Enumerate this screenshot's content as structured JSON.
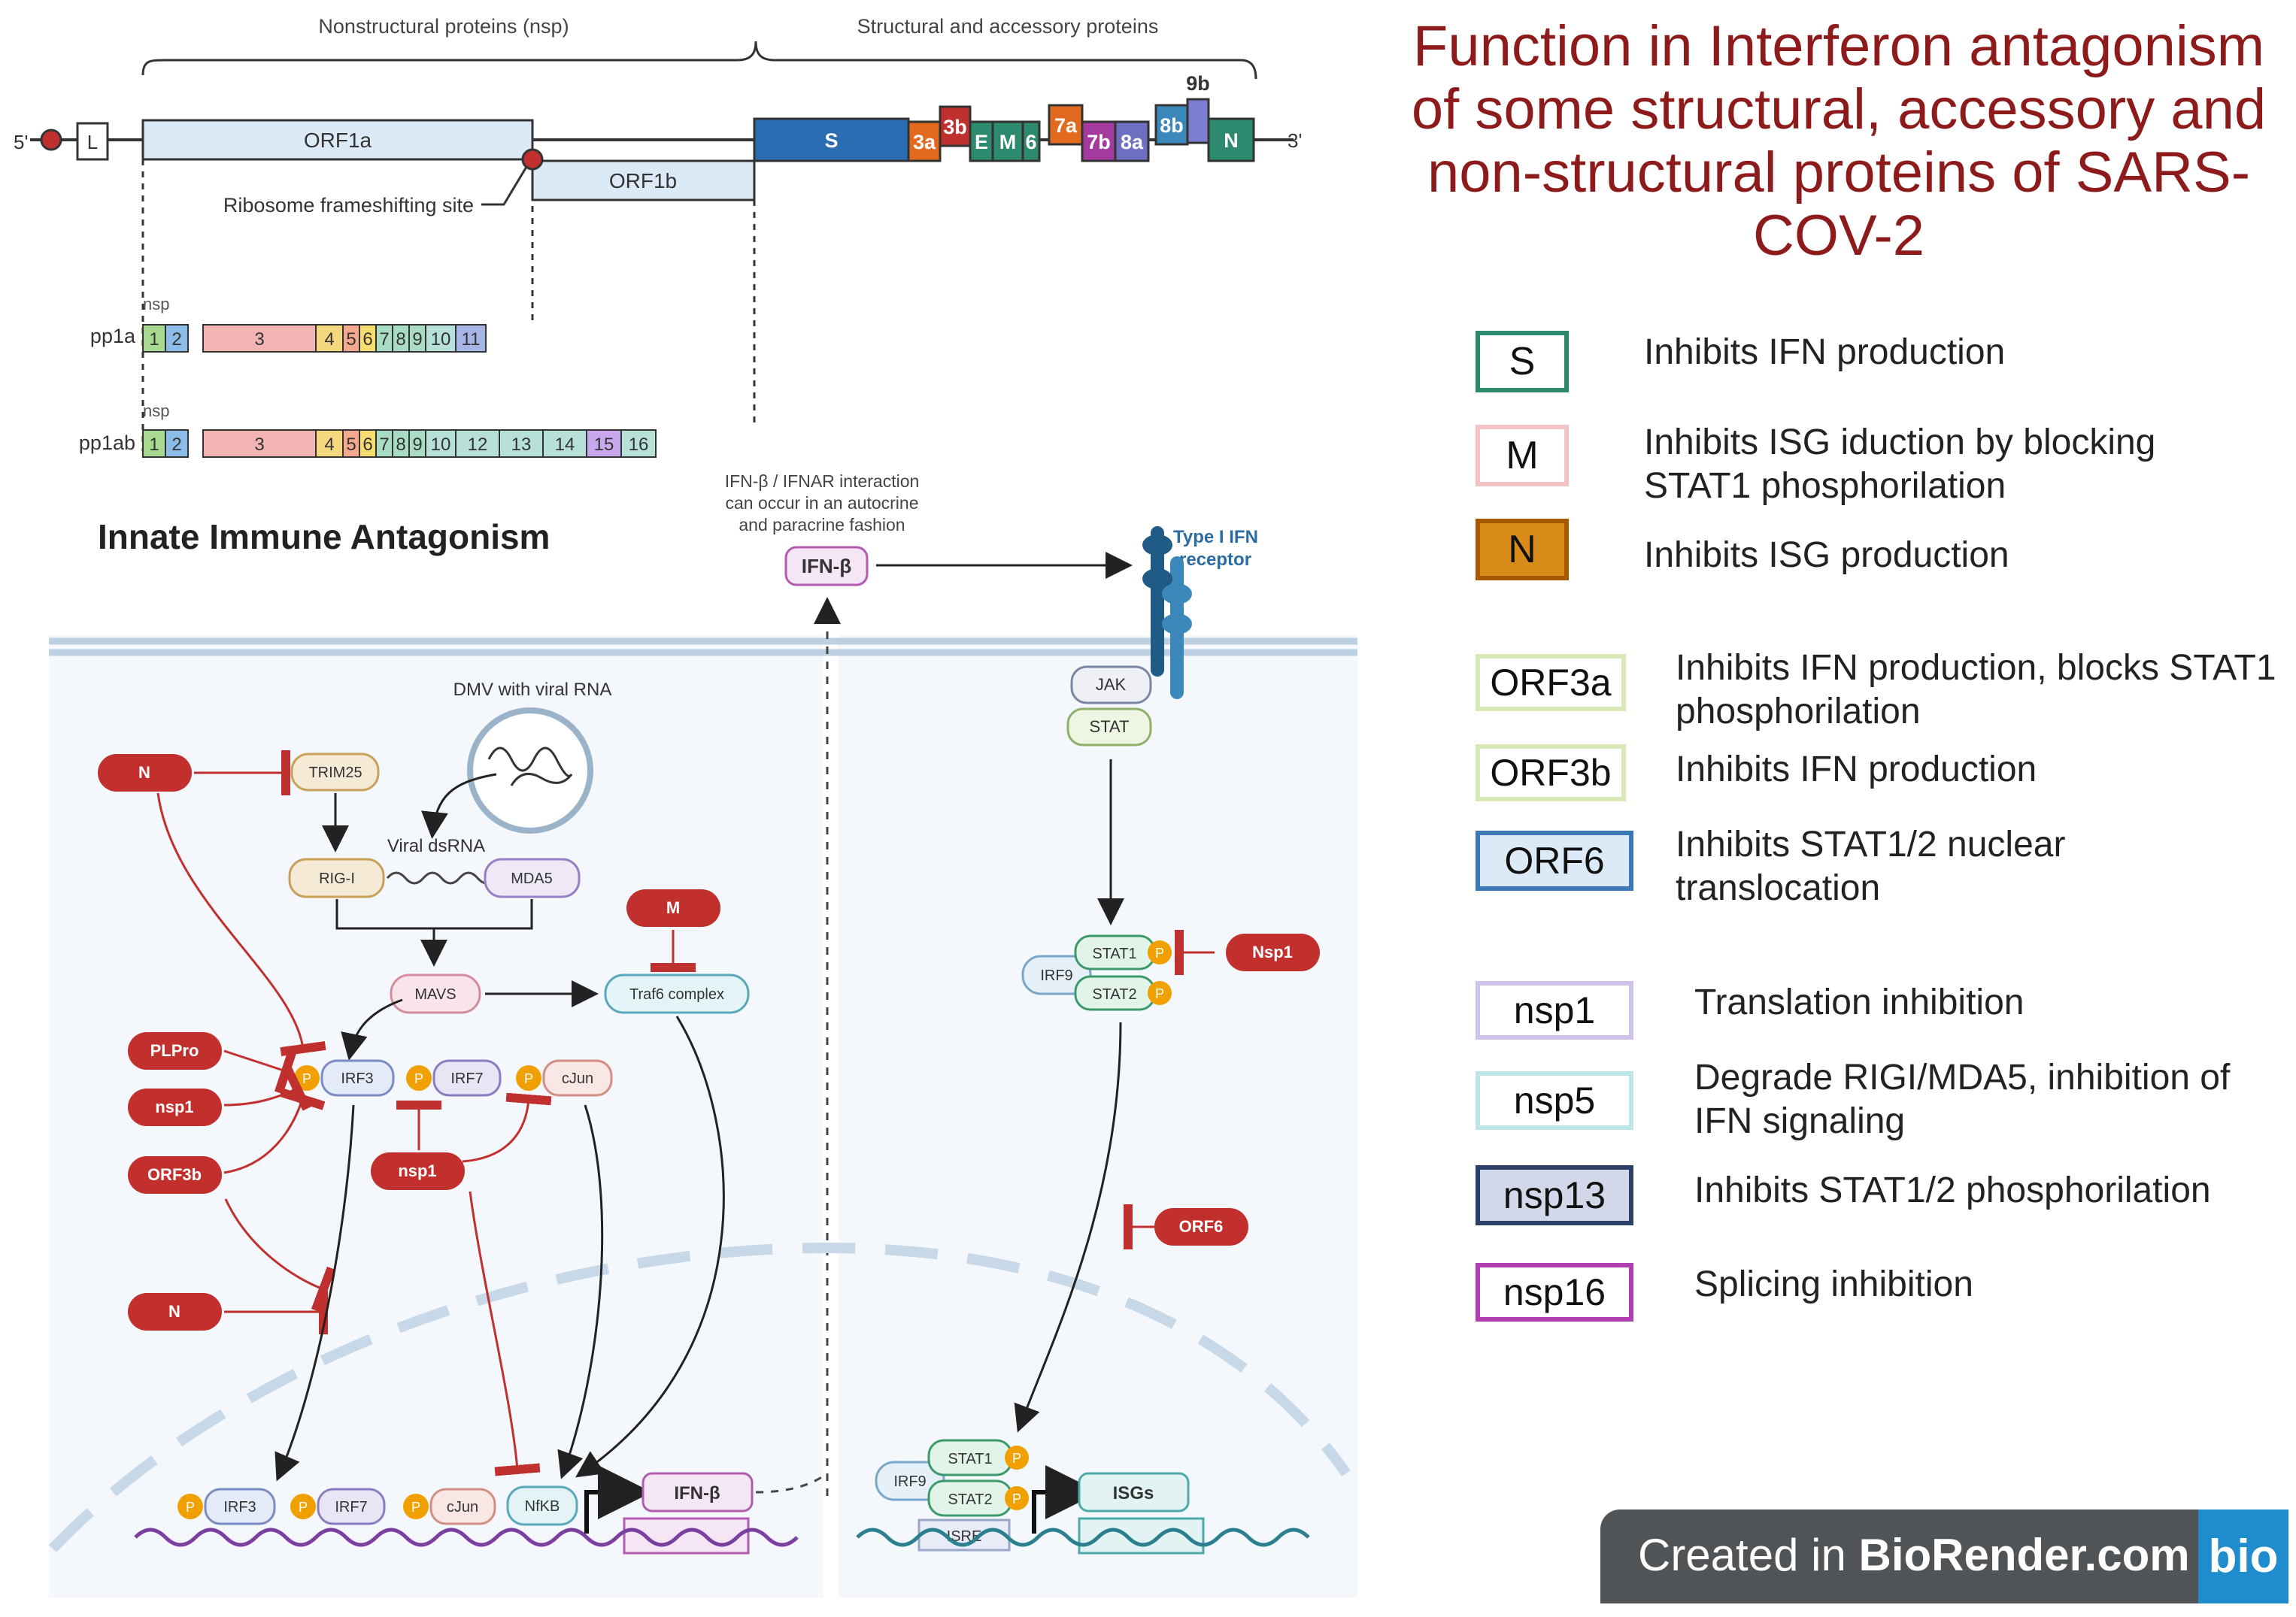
{
  "genome": {
    "nsp_header": "Nonstructural proteins (nsp)",
    "structural_header": "Structural and accessory proteins",
    "five_prime": "5'",
    "three_prime": "3'",
    "leader": "L",
    "orf1a": "ORF1a",
    "orf1b": "ORF1b",
    "frameshift": "Ribosome frameshifting site",
    "genes": [
      "S",
      "3a",
      "3b",
      "E",
      "M",
      "6",
      "7a",
      "7b",
      "8a",
      "8b",
      "9b",
      "N"
    ],
    "pp1a_label": "pp1a",
    "pp1ab_label": "pp1ab",
    "nsp_small": "nsp",
    "pp1a_segments": [
      "1",
      "2",
      "3",
      "4",
      "5",
      "6",
      "7",
      "8",
      "9",
      "10",
      "11"
    ],
    "pp1ab_segments": [
      "1",
      "2",
      "3",
      "4",
      "5",
      "6",
      "7",
      "8",
      "9",
      "10",
      "12",
      "13",
      "14",
      "15",
      "16"
    ]
  },
  "pathway": {
    "title": "Innate Immune Antagonism",
    "ifnar_note": [
      "IFN-β / IFNAR interaction",
      "can occur in an autocrine",
      "and paracrine fashion"
    ],
    "ifnb": "IFN-β",
    "receptor_label": [
      "Type I IFN",
      "receptor"
    ],
    "dmv": "DMV with viral RNA",
    "dsrna": "Viral dsRNA",
    "trim25": "TRIM25",
    "rigi": "RIG-I",
    "mda5": "MDA5",
    "mavs": "MAVS",
    "traf6": "Traf6 complex",
    "irf3": "IRF3",
    "irf7": "IRF7",
    "cjun": "cJun",
    "p": "P",
    "nfkb": "NfKB",
    "jak": "JAK",
    "stat": "STAT",
    "stat1": "STAT1",
    "stat2": "STAT2",
    "irf9": "IRF9",
    "isgs": "ISGs",
    "isre": "ISRE",
    "viral": {
      "n_top": "N",
      "m": "M",
      "plpro": "PLPro",
      "nsp1_a": "nsp1",
      "orf3b": "ORF3b",
      "nsp1_b": "nsp1",
      "n_bottom": "N",
      "nsp1_right": "Nsp1",
      "orf6": "ORF6"
    }
  },
  "legend": {
    "title": "Function in Interferon antagonism of some structural, accessory and non-structural proteins of SARS-COV-2",
    "items": [
      {
        "label": "S",
        "text": "Inhibits IFN production",
        "color": "#2d8a6e",
        "fill": "#ffffff"
      },
      {
        "label": "M",
        "text": "Inhibits ISG iduction by blocking STAT1 phosphorilation",
        "color": "#f2c4c4",
        "fill": "#ffffff"
      },
      {
        "label": "N",
        "text": "Inhibits ISG production",
        "color": "#a55a00",
        "fill": "#d98c1a"
      },
      {
        "label": "ORF3a",
        "text": "Inhibits IFN production, blocks STAT1 phosphorilation",
        "color": "#d8e8b8",
        "fill": "#ffffff"
      },
      {
        "label": "ORF3b",
        "text": "Inhibits IFN production",
        "color": "#d8e8b8",
        "fill": "#ffffff"
      },
      {
        "label": "ORF6",
        "text": "Inhibits STAT1/2 nuclear translocation",
        "color": "#3b78b5",
        "fill": "#dceaf7"
      },
      {
        "label": "nsp1",
        "text": "Translation inhibition",
        "color": "#cfc3ec",
        "fill": "#ffffff"
      },
      {
        "label": "nsp5",
        "text": "Degrade RIGI/MDA5, inhibition of IFN signaling",
        "color": "#bfe6e6",
        "fill": "#ffffff"
      },
      {
        "label": "nsp13",
        "text": "Inhibits STAT1/2 phosphorilation",
        "color": "#2c3f66",
        "fill": "#d2d8ea"
      },
      {
        "label": "nsp16",
        "text": "Splicing inhibition",
        "color": "#b13fb0",
        "fill": "#ffffff"
      }
    ]
  },
  "badge": {
    "prefix": "Created in ",
    "brand": "BioRender.com",
    "logo": "bio"
  }
}
